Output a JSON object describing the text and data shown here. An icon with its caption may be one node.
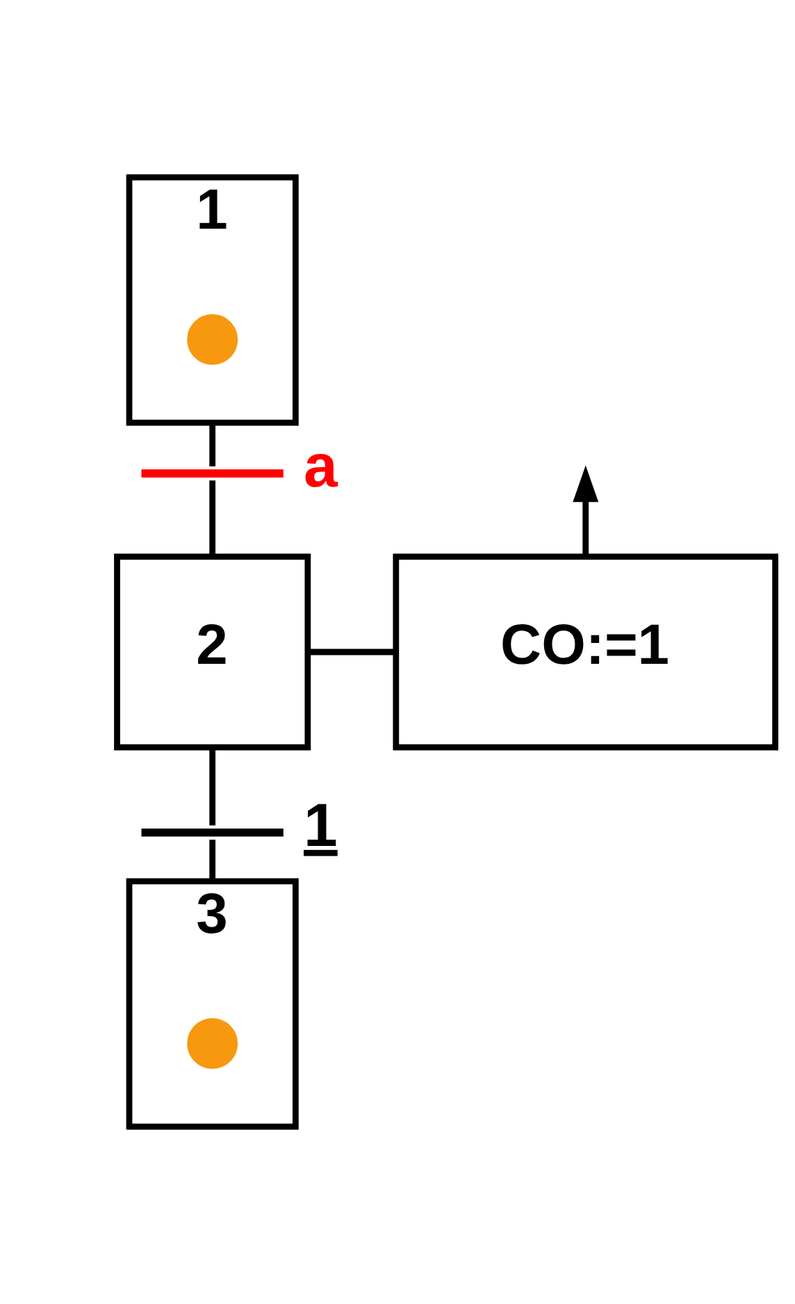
{
  "diagram": {
    "nodes": [
      {
        "text": [
          "1"
        ]
      },
      {
        "text": [],
        "shape": "circle",
        "in": 0
      },
      {
        "text": [],
        "shape": "bar",
        "beside": [
          "a"
        ]
      },
      {
        "text": [
          "2"
        ]
      },
      {
        "text": [
          "CO:=1"
        ]
      },
      {
        "text": [],
        "shape": "bar",
        "beside": [
          "1"
        ]
      },
      {
        "text": [
          "3"
        ]
      },
      {
        "text": [],
        "shape": "circle",
        "in": 6
      }
    ],
    "edges": [
      {
        "from": 0,
        "to": 2,
        "arrow": "none"
      },
      {
        "from": 2,
        "to": 3,
        "arrow": "none"
      },
      {
        "from": 3,
        "to": 4,
        "arrow": "none"
      },
      {
        "from": 4,
        "to": null,
        "arrow": "to"
      },
      {
        "from": 3,
        "to": 5,
        "arrow": "none"
      },
      {
        "from": 5,
        "to": 6,
        "arrow": "none"
      }
    ]
  }
}
